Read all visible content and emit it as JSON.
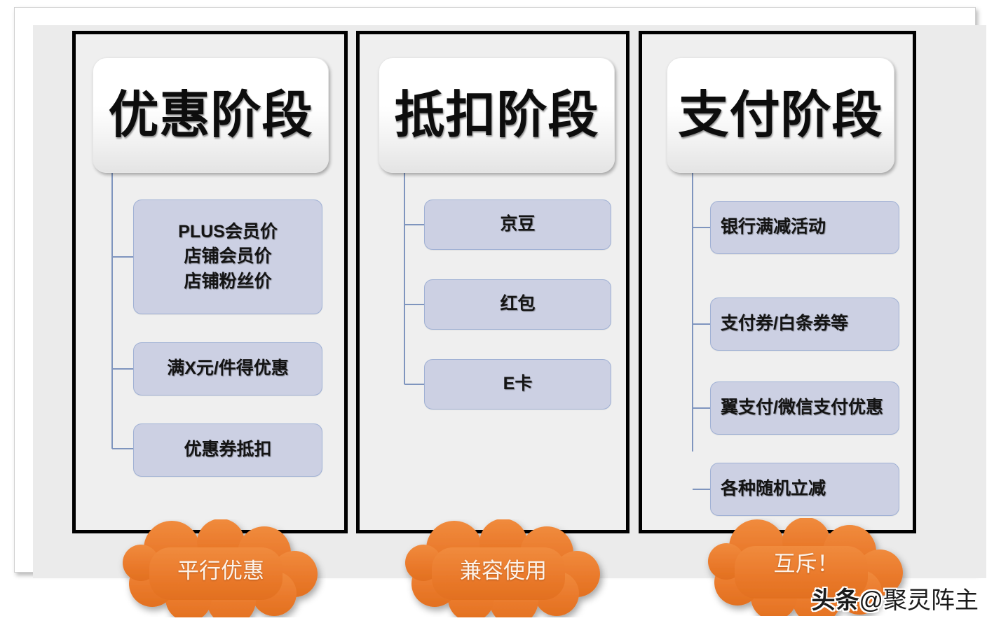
{
  "slide": {
    "background_color": "#ffffff",
    "panel_color": "#ebebeb",
    "frame_color": "#000000",
    "node_color": "#ccd0e3",
    "node_border_color": "#9fb0d4",
    "connector_color": "#7f95be",
    "cloud_color": "#ed7d31",
    "cloud_text_color": "#fdf3ea"
  },
  "columns": [
    {
      "title": "优惠阶段",
      "cloud": "平行优惠",
      "align": "center",
      "items": [
        {
          "label": "PLUS会员价\n店铺会员价\n店铺粉丝价"
        },
        {
          "label": "满X元/件得优惠"
        },
        {
          "label": "优惠券抵扣"
        }
      ]
    },
    {
      "title": "抵扣阶段",
      "cloud": "兼容使用",
      "align": "center",
      "items": [
        {
          "label": "京豆"
        },
        {
          "label": "红包"
        },
        {
          "label": "E卡"
        }
      ]
    },
    {
      "title": "支付阶段",
      "cloud": "互斥！",
      "align": "left",
      "items": [
        {
          "label": "银行满减活动"
        },
        {
          "label": "支付券/白条券等"
        },
        {
          "label": "翼支付/微信支付优惠"
        },
        {
          "label": "各种随机立减"
        }
      ]
    }
  ],
  "watermark": {
    "platform": "头条",
    "at": "@",
    "account": "聚灵阵主"
  }
}
